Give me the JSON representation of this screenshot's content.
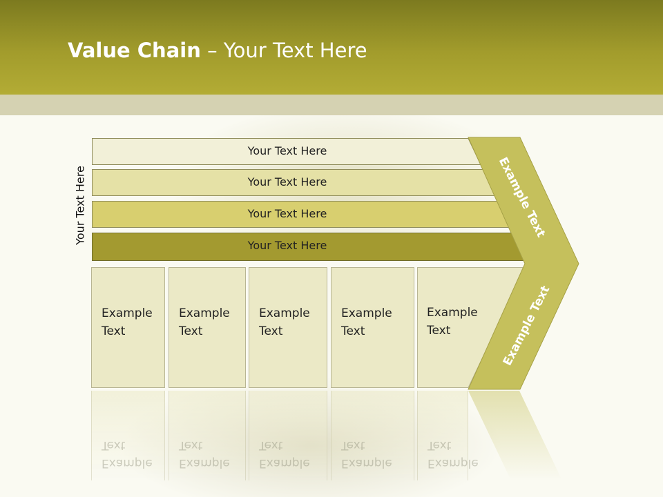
{
  "title": {
    "bold": "Value Chain",
    "rest": " – Your Text Here"
  },
  "side_label": "Your Text Here",
  "support_rows": [
    {
      "label": "Your Text Here",
      "color": "#f2f0d8"
    },
    {
      "label": "Your Text Here",
      "color": "#e5e1a6"
    },
    {
      "label": "Your Text Here",
      "color": "#d8cf6f"
    },
    {
      "label": "Your Text Here",
      "color": "#a39a30"
    }
  ],
  "primary_boxes": [
    {
      "label": "Example\nText"
    },
    {
      "label": "Example\nText"
    },
    {
      "label": "Example\nText"
    },
    {
      "label": "Example\nText"
    },
    {
      "label": "Example\nText"
    }
  ],
  "chevron": {
    "upper_label": "Example Text",
    "lower_label": "Example Text",
    "color": "#c5c05c"
  },
  "colors": {
    "header": "#a29c2c",
    "band": "#d5d2b2",
    "box_fill": "#ebe9c6"
  }
}
